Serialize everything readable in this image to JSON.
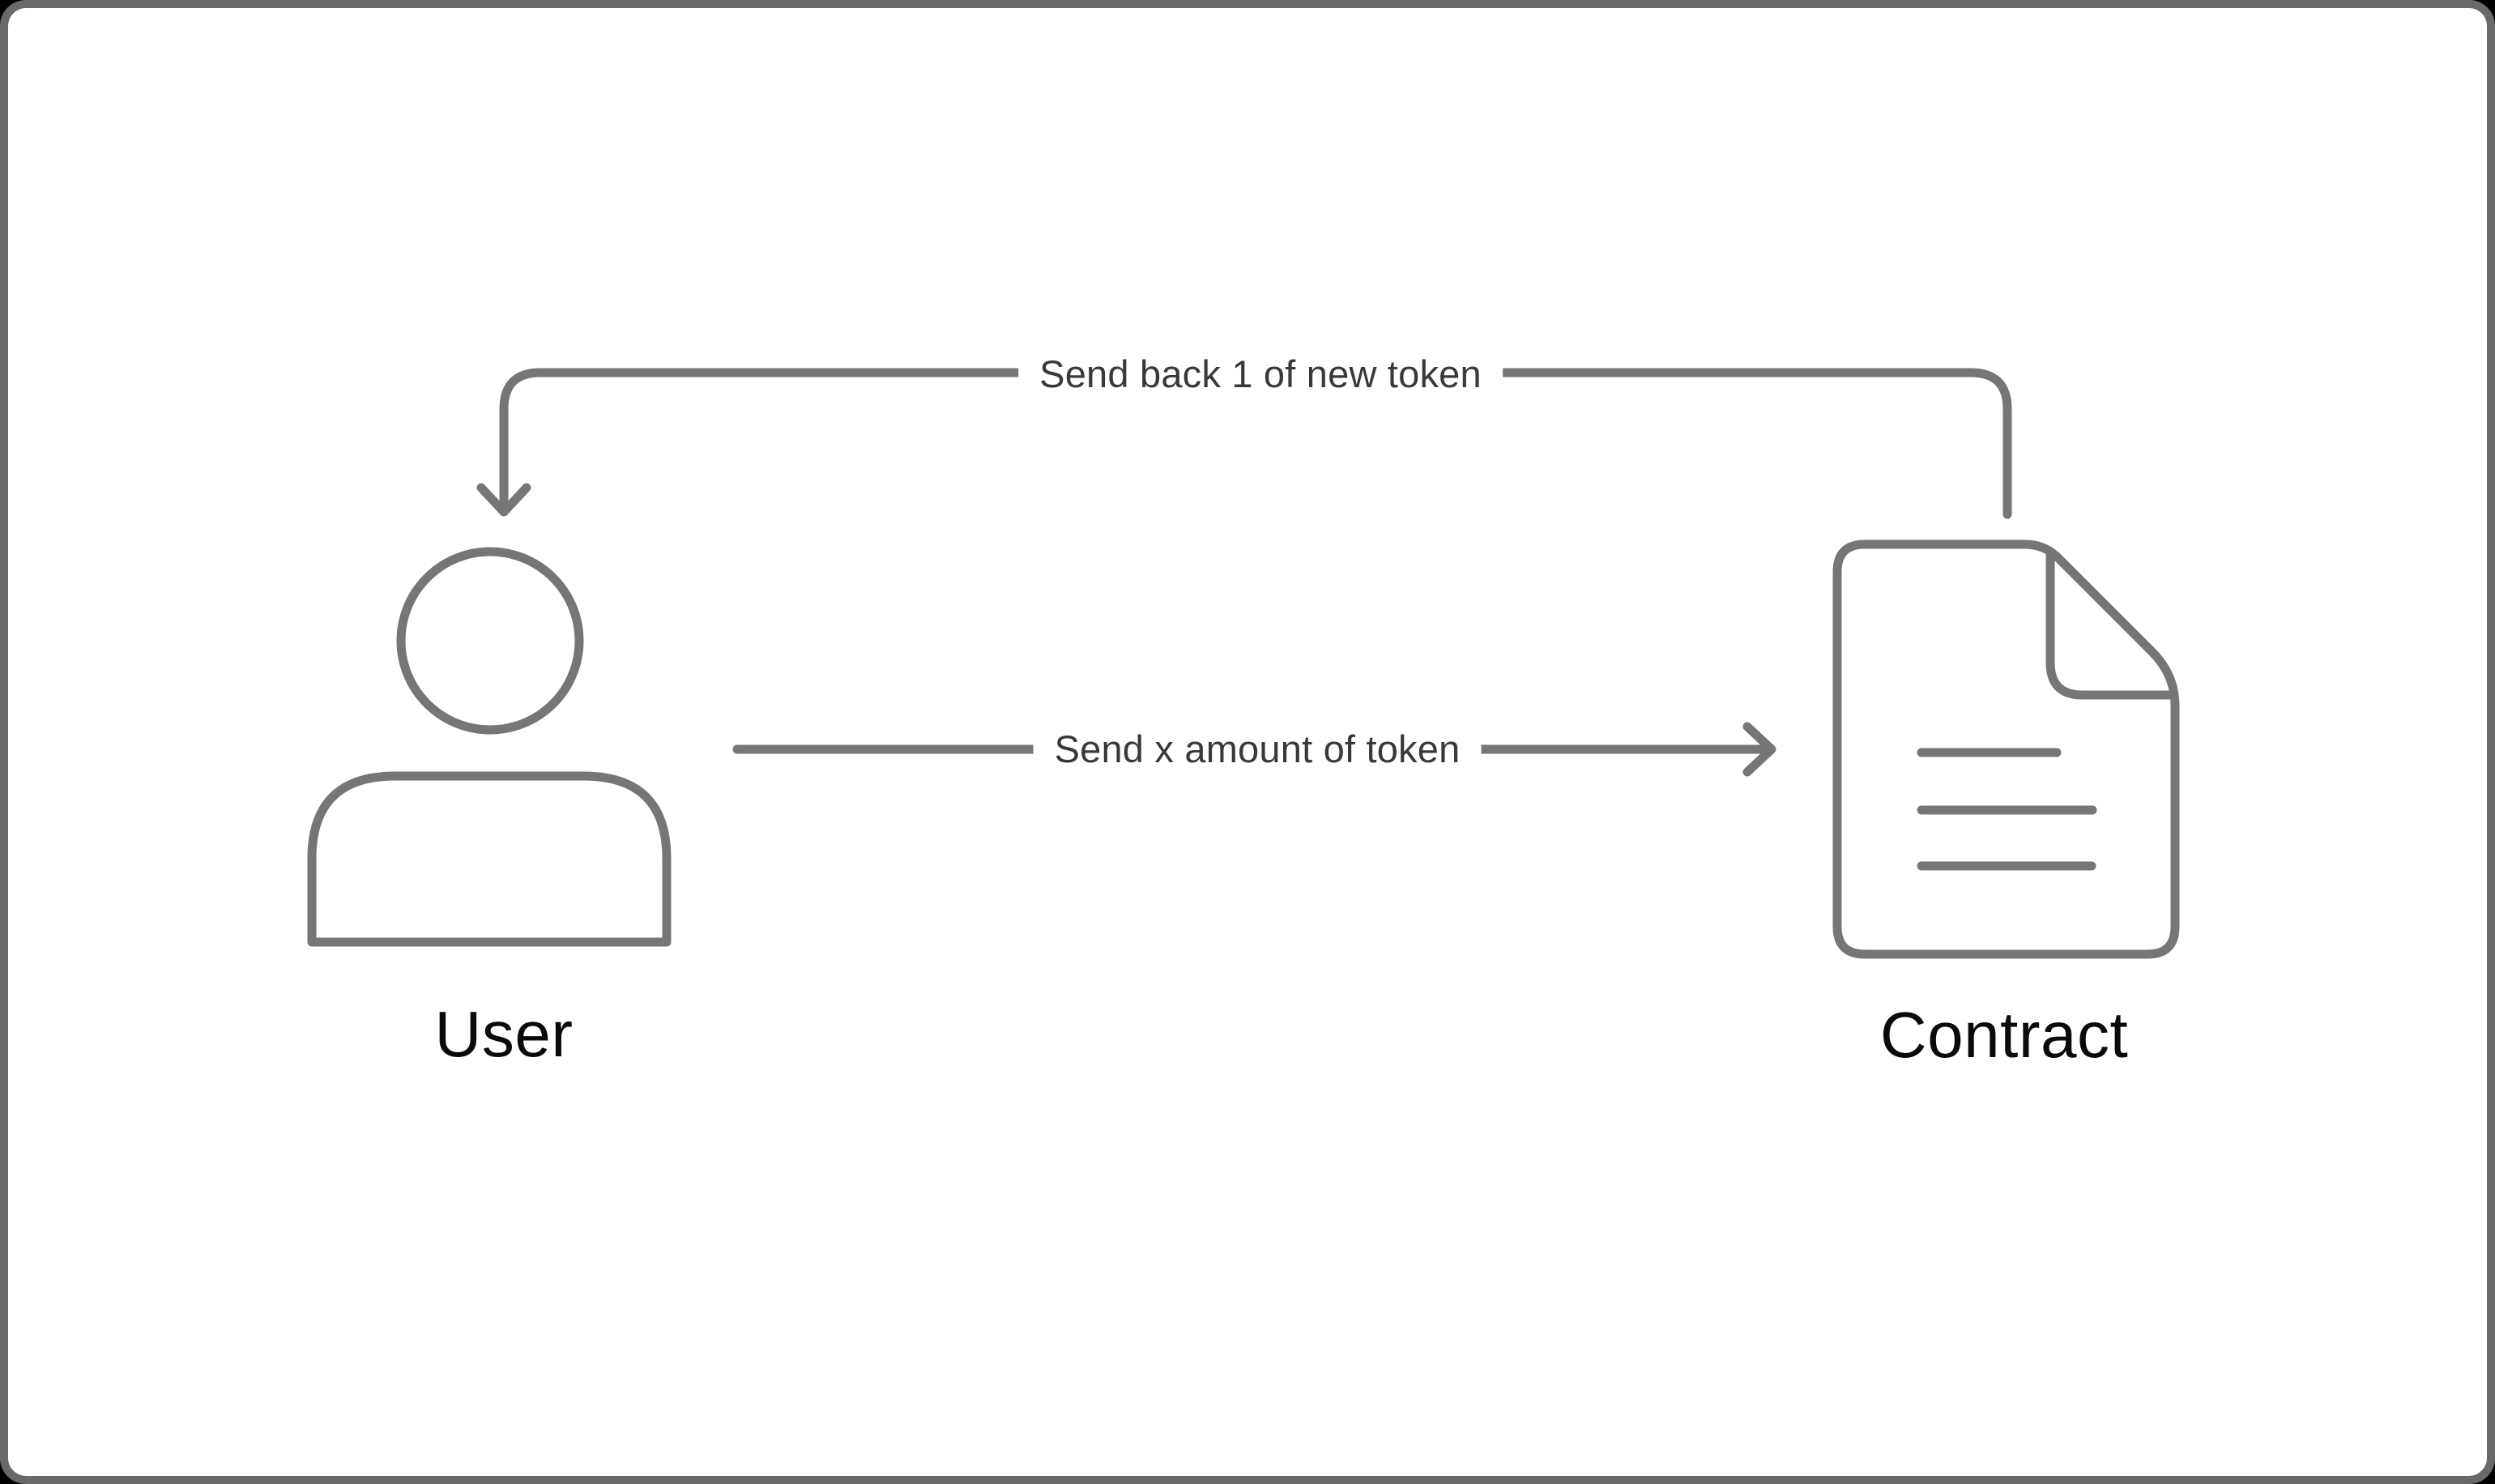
{
  "colors": {
    "page_bg": "#000000",
    "panel_bg": "#ffffff",
    "panel_border": "#696969",
    "stroke": "#767676",
    "arrow_label": "#39393b",
    "entity_label": "#0a0a0a"
  },
  "diagram": {
    "nodes": [
      {
        "id": "user",
        "label": "User",
        "icon": "person-icon"
      },
      {
        "id": "contract",
        "label": "Contract",
        "icon": "document-icon"
      }
    ],
    "edges": [
      {
        "id": "send",
        "from": "user",
        "to": "contract",
        "label": "Send x amount of token"
      },
      {
        "id": "send-back",
        "from": "contract",
        "to": "user",
        "label": "Send back 1 of new token"
      }
    ]
  }
}
